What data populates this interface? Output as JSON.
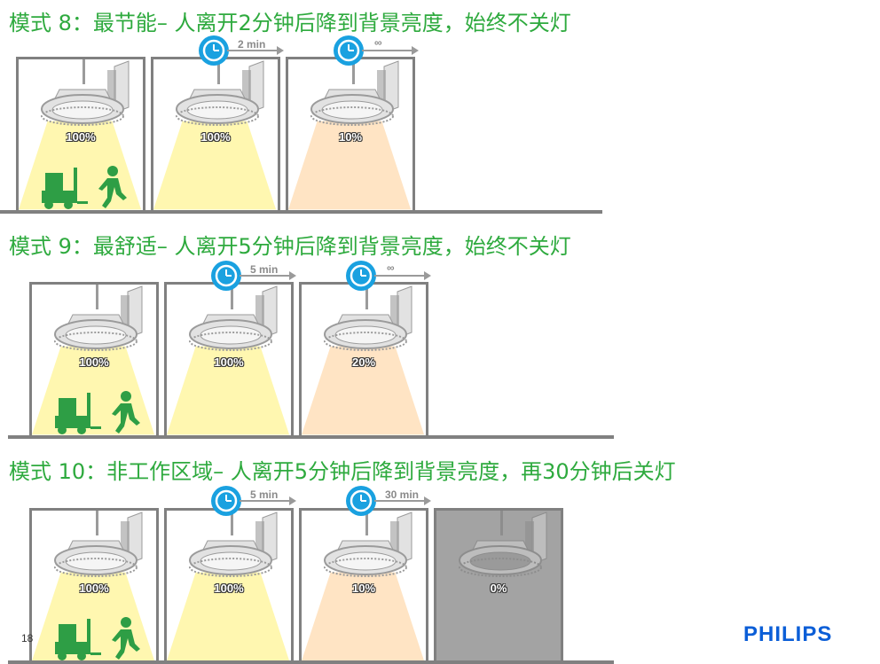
{
  "colors": {
    "title_green": "#2eaa3e",
    "beam_full": "#fff7b0",
    "beam_dim": "#ffe4c4",
    "room_off": "#a3a3a3",
    "timer_blue": "#1aa1e0",
    "person_green": "#2e9e45",
    "logo_blue": "#0b5ed7"
  },
  "sections": [
    {
      "title": "模式 8：最节能– 人离开2分钟后降到背景亮度，始终不关灯",
      "rooms": [
        {
          "level": "100%",
          "state": "full",
          "occupied": true
        },
        {
          "level": "100%",
          "state": "full",
          "occupied": false
        },
        {
          "level": "10%",
          "state": "dim",
          "occupied": false
        }
      ],
      "timers": [
        {
          "label": "2 min"
        },
        {
          "label": "∞"
        }
      ]
    },
    {
      "title": "模式 9：最舒适– 人离开5分钟后降到背景亮度，始终不关灯",
      "rooms": [
        {
          "level": "100%",
          "state": "full",
          "occupied": true
        },
        {
          "level": "100%",
          "state": "full",
          "occupied": false
        },
        {
          "level": "20%",
          "state": "dim",
          "occupied": false
        }
      ],
      "timers": [
        {
          "label": "5 min"
        },
        {
          "label": "∞"
        }
      ]
    },
    {
      "title": "模式 10：非工作区域– 人离开5分钟后降到背景亮度，再30分钟后关灯",
      "rooms": [
        {
          "level": "100%",
          "state": "full",
          "occupied": true
        },
        {
          "level": "100%",
          "state": "full",
          "occupied": false
        },
        {
          "level": "10%",
          "state": "dim",
          "occupied": false
        },
        {
          "level": "0%",
          "state": "off",
          "occupied": false
        }
      ],
      "timers": [
        {
          "label": "5 min"
        },
        {
          "label": "30 min"
        }
      ]
    }
  ],
  "page_number": "18",
  "logo_text": "PHILIPS"
}
